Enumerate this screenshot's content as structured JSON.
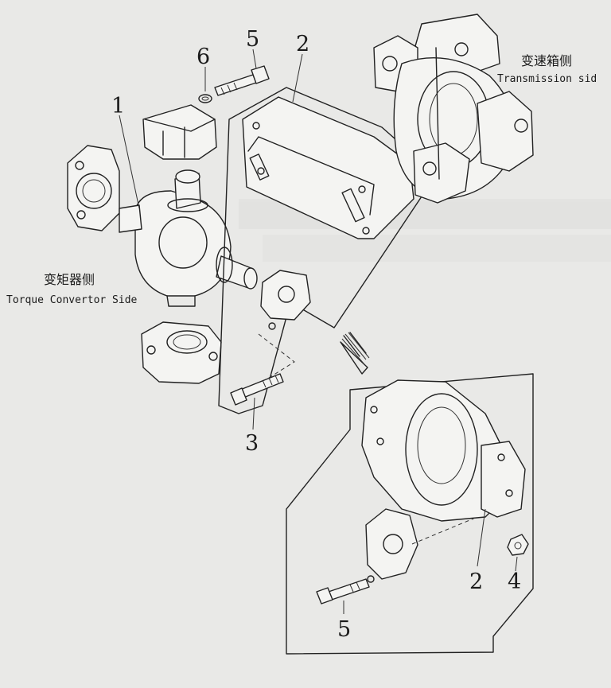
{
  "labels": {
    "part_1": "1",
    "part_2_top": "2",
    "part_2_bottom": "2",
    "part_3": "3",
    "part_4": "4",
    "part_5_top": "5",
    "part_5_bottom": "5",
    "part_6": "6"
  },
  "sides": {
    "transmission_cn": "变速箱侧",
    "transmission_en": "Transmission sid",
    "torque_cn": "变矩器侧",
    "torque_en": "Torque Convertor Side"
  },
  "colors": {
    "paper": "#e9e9e7",
    "ink": "#1b1b1b"
  }
}
